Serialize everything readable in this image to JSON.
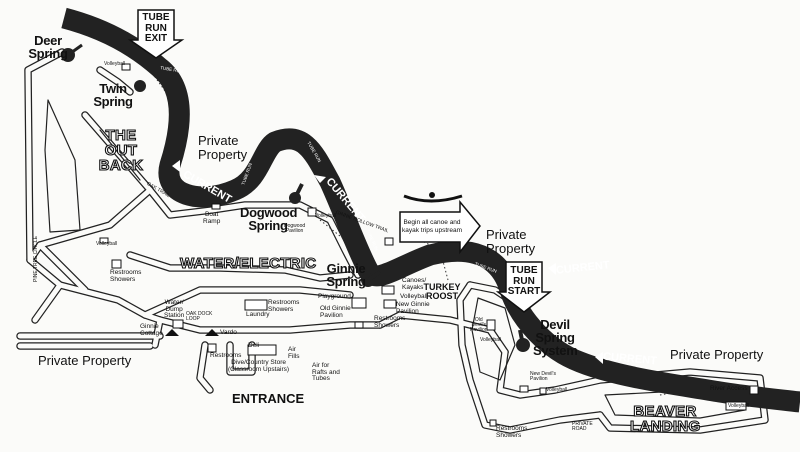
{
  "springs": {
    "deer": "Deer\nSpring",
    "twin": "Twin\nSpring",
    "dogwood": "Dogwood\nSpring",
    "ginnie": "Ginnie\nSpring",
    "devil": "Devil\nSpring\nSystem"
  },
  "areas": {
    "outback": "THE\nOUT\nBACK",
    "water_electric": "WATER/ELECTRIC",
    "turkey_roost": "TURKEY\nROOST",
    "beaver_landing": "BEAVER\nLANDING",
    "entrance": "ENTRANCE"
  },
  "tube_run": {
    "exit": "TUBE\nRUN\nEXIT",
    "start": "TUBE\nRUN\nSTART"
  },
  "current_label": "CURRENT",
  "tube_run_mark": "TUBE RUN",
  "private_property": "Private\nProperty",
  "private_property_line": "Private Property",
  "canoe_note": "Begin all canoe and\nkayak trips upstream",
  "facilities": {
    "boat_ramp": "Boat\nRamp",
    "dogwood_pavilion": "Dogwood\nPavilion",
    "volleyball": "Volleyball",
    "restrooms_showers": "Restrooms\nShowers",
    "restrooms": "Restrooms",
    "laundry": "Laundry",
    "water_dump": "Water/\nDump\nStation",
    "ginnie_cottage": "Ginnie\nCottage",
    "vardo": "Vardo",
    "deli": "Deli",
    "air_fills": "Air\nFills",
    "air_rafts": "Air for\nRafts and\nTubes",
    "dive_store": "Dive/Country Store\n(Classroom Upstairs)",
    "playground": "Playground",
    "old_ginnie_pavilion": "Old Ginnie\nPavilion",
    "new_ginnie_pavilion": "New Ginnie\nPavilion",
    "canoes_kayaks": "Canoes/\nKayaks",
    "old_devils_pavilion": "Old\nDevil's\nPavilion",
    "new_devils_pavilion": "New Devil's\nPavilion",
    "river_access": "River Access",
    "private_road": "PRIVATE\nROAD",
    "dock_loop": "OAK DOCK\nLOOP",
    "pine_tree_circle": "PINE TREE CIRCLE",
    "oak_trail": "OAK TRAIL",
    "ginnie_hollow": "GINNIE HOLLOW TRAIL"
  }
}
